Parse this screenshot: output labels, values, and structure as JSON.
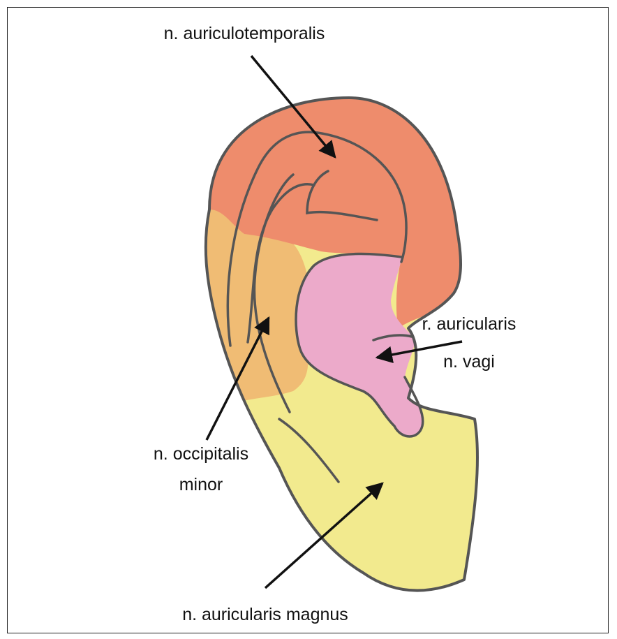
{
  "labels": {
    "auriculotemporalis": "n. auriculotemporalis",
    "auricularis_line1": "r. auricularis",
    "auricularis_line2": "n. vagi",
    "occipitalis_line1": "n. occipitalis",
    "occipitalis_line2": "minor",
    "magnus": "n. auricularis magnus"
  },
  "colors": {
    "auriculotemporalis": "#EE8C6C",
    "auricularis_vagi": "#ECAACA",
    "occipitalis_minor": "#F0BC74",
    "auricularis_magnus": "#F2EA8E",
    "outline": "#555555",
    "arrow": "#111111"
  }
}
